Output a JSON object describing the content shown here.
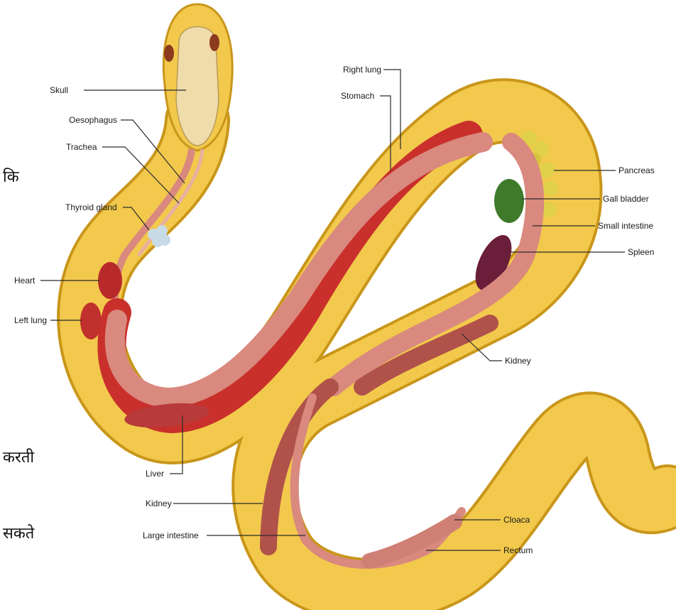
{
  "side_text": [
    "कि",
    "करती",
    "सकते"
  ],
  "labels": {
    "skull": "Skull",
    "oesophagus": "Oesophagus",
    "trachea": "Trachea",
    "thyroid_gland": "Thyroid gland",
    "heart": "Heart",
    "left_lung": "Left lung",
    "liver": "Liver",
    "kidney_left": "Kidney",
    "large_intestine": "Large intestine",
    "right_lung": "Right lung",
    "stomach": "Stomach",
    "pancreas": "Pancreas",
    "gall_bladder": "Gall bladder",
    "small_intestine": "Small intestine",
    "spleen": "Spleen",
    "kidney_right": "Kidney",
    "cloaca": "Cloaca",
    "rectum": "Rectum"
  },
  "colors": {
    "body_yellow": "#f2c94c",
    "body_outline": "#c9961a",
    "lung_red": "#c9302c",
    "stomach_pink": "#d9897e",
    "organ_dark_red": "#b83a3a",
    "gall_green": "#3f7a2a",
    "spleen_purple": "#6b1e3a",
    "pancreas_yellow": "#e0d04a",
    "skull_cream": "#efdcaa"
  }
}
